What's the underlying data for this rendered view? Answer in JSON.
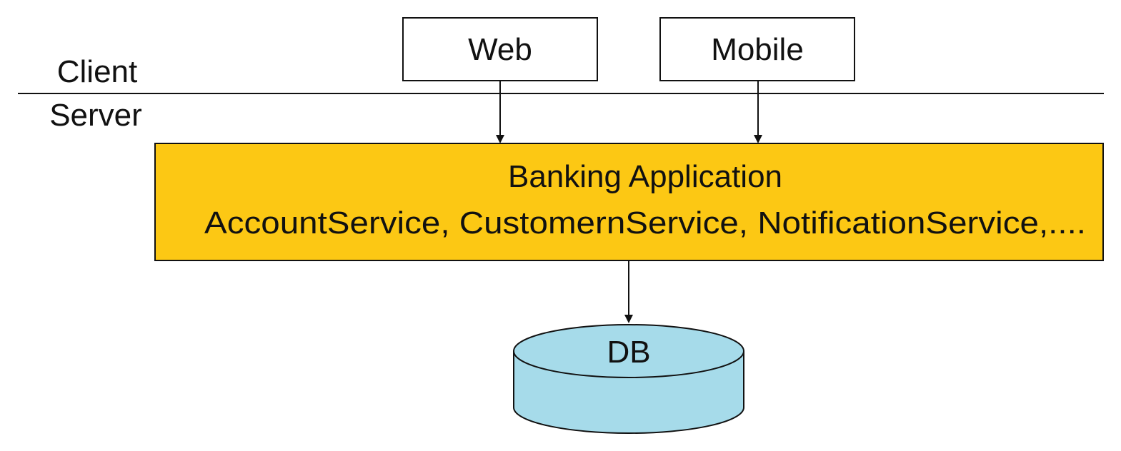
{
  "diagram": {
    "zones": {
      "client_label": "Client",
      "server_label": "Server"
    },
    "clients": [
      {
        "id": "web",
        "label": "Web"
      },
      {
        "id": "mobile",
        "label": "Mobile"
      }
    ],
    "application": {
      "title": "Banking Application",
      "services": "AccountService, CustomernService, NotificationService,...."
    },
    "database": {
      "label": "DB"
    },
    "colors": {
      "application_fill": "#FCC814",
      "database_fill": "#A6DBEA",
      "stroke": "#111111",
      "background": "#FFFFFF"
    }
  }
}
